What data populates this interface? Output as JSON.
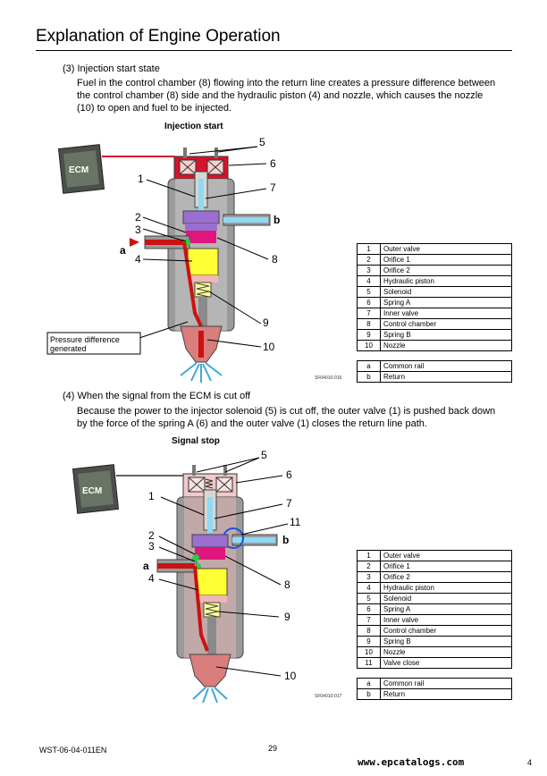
{
  "header": {
    "title": "Explanation of Engine Operation"
  },
  "section1": {
    "heading": "(3)   Injection start state",
    "body_lines": [
      "Fuel in the control chamber (8) flowing into the return line creates a pressure difference between",
      "the control chamber (8) side and the hydraulic piston (4) and nozzle, which causes the nozzle",
      "(10) to open and fuel to be injected."
    ],
    "figure_caption": "Injection start",
    "ecm_label": "ECM",
    "callout_text_1": "Pressure difference",
    "callout_text_2": "generated",
    "fig_code": "SF04010-016",
    "markers": [
      "1",
      "2",
      "3",
      "4",
      "5",
      "6",
      "7",
      "8",
      "9",
      "10",
      "a",
      "b"
    ],
    "legend": [
      {
        "num": "1",
        "label": "Outer valve"
      },
      {
        "num": "2",
        "label": "Orifice 1"
      },
      {
        "num": "3",
        "label": "Orifice 2"
      },
      {
        "num": "4",
        "label": "Hydraulic piston"
      },
      {
        "num": "5",
        "label": "Solenoid"
      },
      {
        "num": "6",
        "label": "Spring A"
      },
      {
        "num": "7",
        "label": "Inner valve"
      },
      {
        "num": "8",
        "label": "Control chamber"
      },
      {
        "num": "9",
        "label": "Spring B"
      },
      {
        "num": "10",
        "label": "Nozzle"
      }
    ],
    "legend_ab": [
      {
        "num": "a",
        "label": "Common rail"
      },
      {
        "num": "b",
        "label": "Return"
      }
    ]
  },
  "section2": {
    "heading": "(4)   When the signal from the ECM is cut off",
    "body_lines": [
      "Because the power to the injector solenoid (5) is cut off, the outer valve (1) is pushed back down",
      "by the force of the spring A (6) and the outer valve (1) closes the return line path."
    ],
    "figure_caption": "Signal stop",
    "ecm_label": "ECM",
    "fig_code": "SF04010-017",
    "markers": [
      "1",
      "2",
      "3",
      "4",
      "5",
      "6",
      "7",
      "8",
      "9",
      "10",
      "11",
      "a",
      "b"
    ],
    "legend": [
      {
        "num": "1",
        "label": "Outer valve"
      },
      {
        "num": "2",
        "label": "Orifice 1"
      },
      {
        "num": "3",
        "label": "Orifice 2"
      },
      {
        "num": "4",
        "label": "Hydraulic piston"
      },
      {
        "num": "5",
        "label": "Solenoid"
      },
      {
        "num": "6",
        "label": "Spring A"
      },
      {
        "num": "7",
        "label": "Inner valve"
      },
      {
        "num": "8",
        "label": "Control chamber"
      },
      {
        "num": "9",
        "label": "Spring B"
      },
      {
        "num": "10",
        "label": "Nozzle"
      },
      {
        "num": "11",
        "label": "Valve close"
      }
    ],
    "legend_ab": [
      {
        "num": "a",
        "label": "Common rail"
      },
      {
        "num": "b",
        "label": "Return"
      }
    ]
  },
  "footer": {
    "doc_id": "WST-06-04-011EN",
    "page_number": "29",
    "watermark": "www.epcatalogs.com",
    "corner_number": "4"
  },
  "colors": {
    "solenoid_active": "#d4142c",
    "solenoid_off": "#f1c9c9",
    "yellow_piston": "#ffff33",
    "magenta_chamber": "#e0157e",
    "purple_valve": "#9b6fd0",
    "cyan_return": "#8fd9f5",
    "body_gray": "#9a9a9a",
    "high_pressure_red": "#cc1111",
    "valve_close_circle": "#1f4fd8"
  }
}
